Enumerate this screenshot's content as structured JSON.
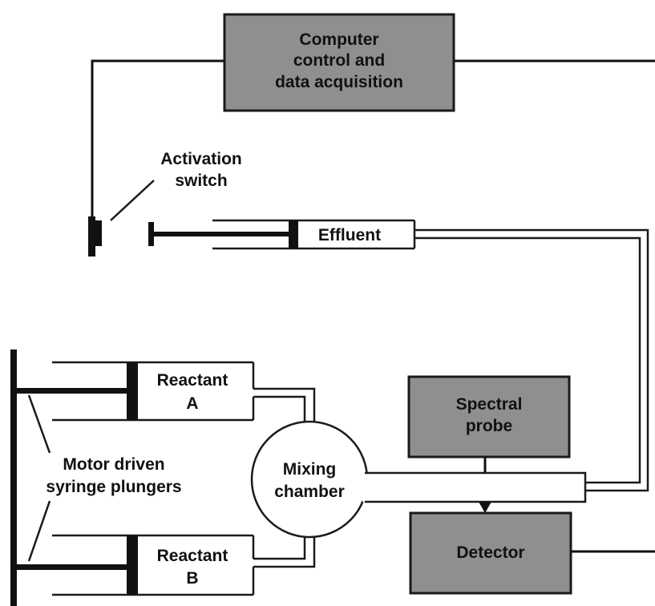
{
  "computer_box": {
    "line1": "Computer",
    "line2": "control and",
    "line3": "data acquisition"
  },
  "activation_switch": {
    "line1": "Activation",
    "line2": "switch"
  },
  "effluent": {
    "label": "Effluent"
  },
  "reactant_a": {
    "line1": "Reactant",
    "line2": "A"
  },
  "reactant_b": {
    "line1": "Reactant",
    "line2": "B"
  },
  "mixing_chamber": {
    "line1": "Mixing",
    "line2": "chamber"
  },
  "spectral_probe": {
    "line1": "Spectral",
    "line2": "probe"
  },
  "detector": {
    "label": "Detector"
  },
  "motor_plungers": {
    "line1": "Motor driven",
    "line2": "syringe plungers"
  },
  "colors": {
    "box_fill": "#8f8f8f",
    "line": "#111111",
    "background": "#ffffff"
  }
}
